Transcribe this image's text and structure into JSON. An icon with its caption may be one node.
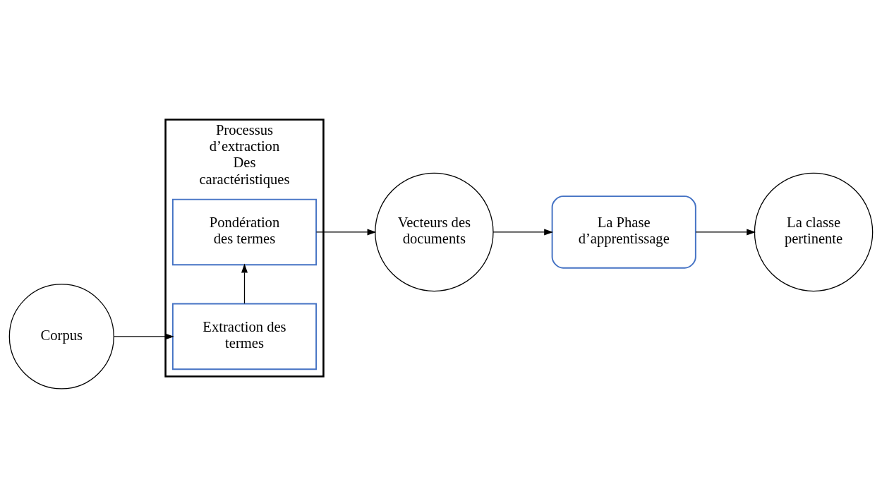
{
  "diagram": {
    "nodes": [
      {
        "text": [
          "Corpus"
        ]
      },
      {
        "text": [
          "Processus d’extraction Des caractéristiques"
        ]
      },
      {
        "text": [
          "Extraction des termes"
        ],
        "in": 1
      },
      {
        "text": [
          "Pondération des termes"
        ],
        "in": 1
      },
      {
        "text": [
          "Vecteurs des documents"
        ]
      },
      {
        "text": [
          "La Phase d’apprentissage"
        ]
      },
      {
        "text": [
          "La classe pertinente"
        ]
      }
    ],
    "edges": [
      {
        "from": 0,
        "to": 2,
        "arrow": "to"
      },
      {
        "from": 2,
        "to": 3,
        "arrow": "to"
      },
      {
        "from": 3,
        "to": 4,
        "arrow": "to"
      },
      {
        "from": 4,
        "to": 5,
        "arrow": "to"
      },
      {
        "from": 5,
        "to": 6,
        "arrow": "to"
      }
    ]
  }
}
